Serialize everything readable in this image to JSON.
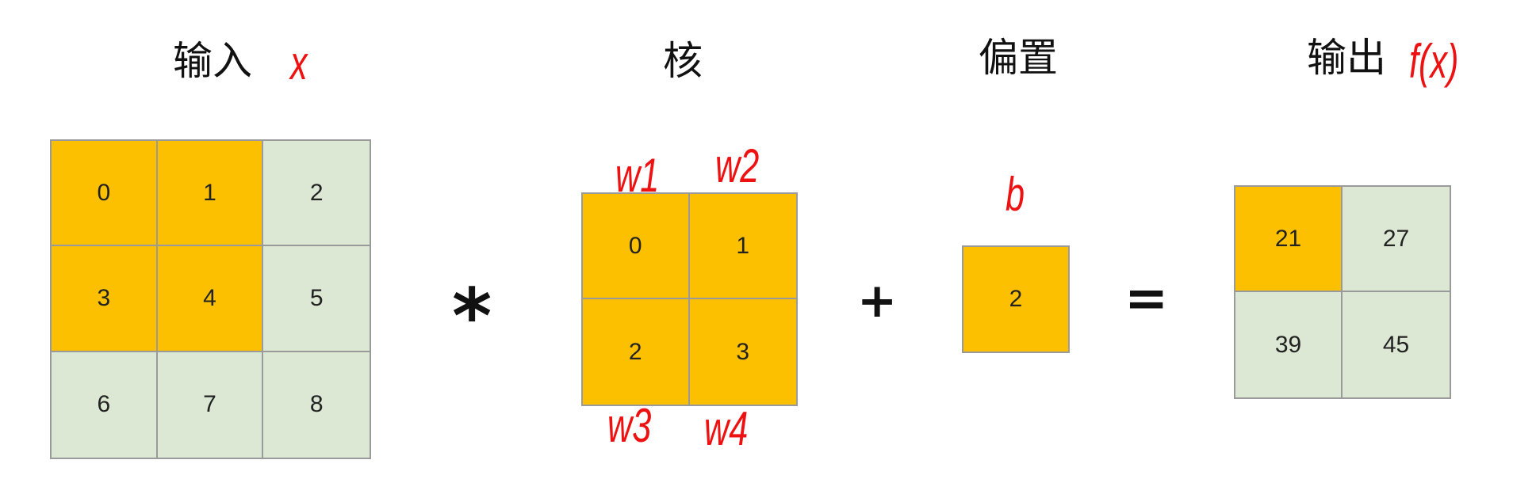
{
  "colors": {
    "highlight": "#fcc000",
    "plain": "#dce8d4",
    "border": "#9a9a9a",
    "var": "#ee1111"
  },
  "input": {
    "title": "输入",
    "var": "x",
    "cells": [
      {
        "v": "0",
        "h": true
      },
      {
        "v": "1",
        "h": true
      },
      {
        "v": "2",
        "h": false
      },
      {
        "v": "3",
        "h": true
      },
      {
        "v": "4",
        "h": true
      },
      {
        "v": "5",
        "h": false
      },
      {
        "v": "6",
        "h": false
      },
      {
        "v": "7",
        "h": false
      },
      {
        "v": "8",
        "h": false
      }
    ]
  },
  "kernel": {
    "title": "核",
    "weights": [
      "w1",
      "w2",
      "w3",
      "w4"
    ],
    "cells": [
      {
        "v": "0",
        "h": true
      },
      {
        "v": "1",
        "h": true
      },
      {
        "v": "2",
        "h": true
      },
      {
        "v": "3",
        "h": true
      }
    ]
  },
  "bias": {
    "title": "偏置",
    "var": "b",
    "cells": [
      {
        "v": "2",
        "h": true
      }
    ]
  },
  "output": {
    "title": "输出",
    "var": "f(x)",
    "cells": [
      {
        "v": "21",
        "h": true
      },
      {
        "v": "27",
        "h": false
      },
      {
        "v": "39",
        "h": false
      },
      {
        "v": "45",
        "h": false
      }
    ]
  },
  "operators": {
    "conv": "*",
    "plus": "+",
    "equals": "="
  }
}
